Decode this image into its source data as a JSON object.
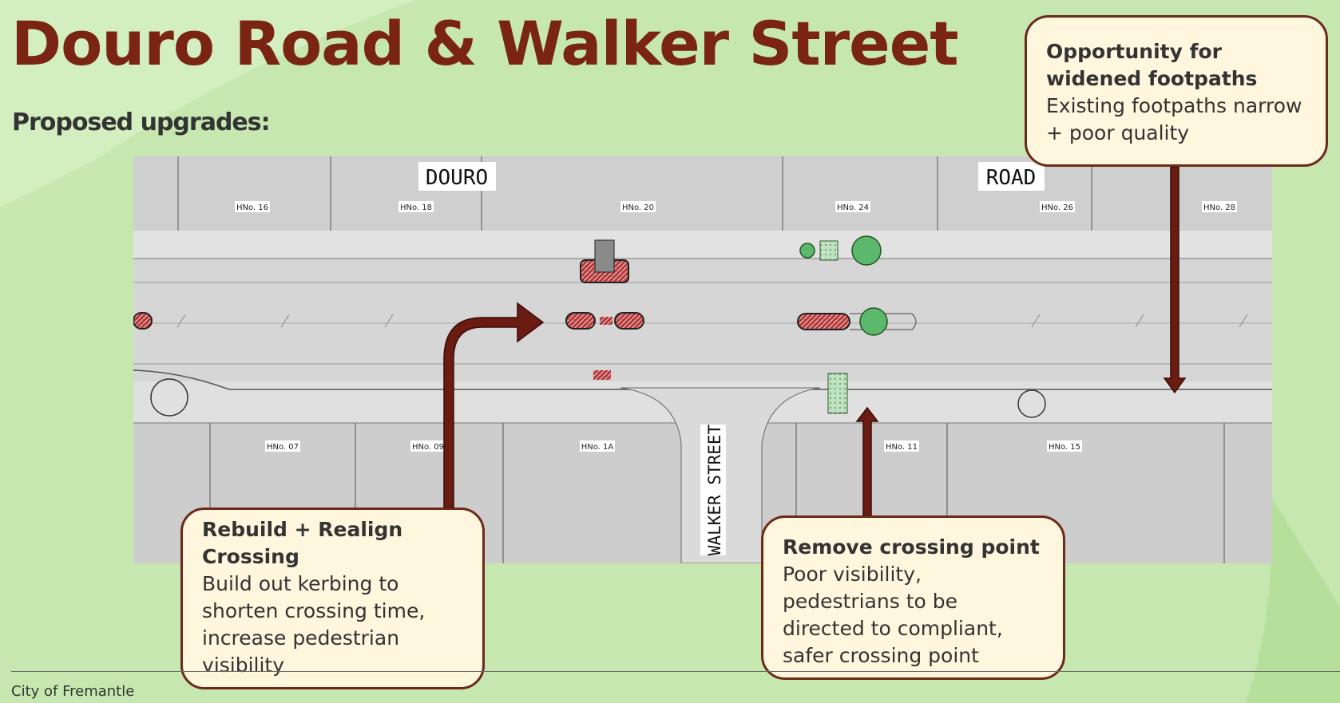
{
  "header": {
    "title": "Douro Road & Walker Street",
    "subtitle": "Proposed upgrades:"
  },
  "map": {
    "street_labels": [
      "DOURO",
      "ROAD",
      "WALKER STREET"
    ],
    "house_numbers_north": [
      "HNo. 16",
      "HNo. 18",
      "HNo. 20",
      "HNo. 24",
      "HNo. 26",
      "HNo. 28"
    ],
    "house_numbers_south": [
      "HNo. 07",
      "HNo. 09",
      "HNo. 1A",
      "HNo. 11",
      "HNo. 15"
    ]
  },
  "callouts": [
    {
      "heading": "Opportunity for widened footpaths",
      "body": "Existing footpaths narrow + poor quality"
    },
    {
      "heading": "Rebuild + Realign Crossing",
      "body": "Build out kerbing to shorten crossing time, increase pedestrian visibility"
    },
    {
      "heading": "Remove crossing point",
      "body": "Poor visibility, pedestrians to be directed to compliant, safer crossing point"
    }
  ],
  "footer": {
    "organization": "City of Fremantle"
  },
  "colors": {
    "background": "#c6e8b0",
    "title": "#7a2414",
    "callout_fill": "#fff6de",
    "callout_border": "#6b2a1a",
    "arrow": "#6b1c12"
  }
}
